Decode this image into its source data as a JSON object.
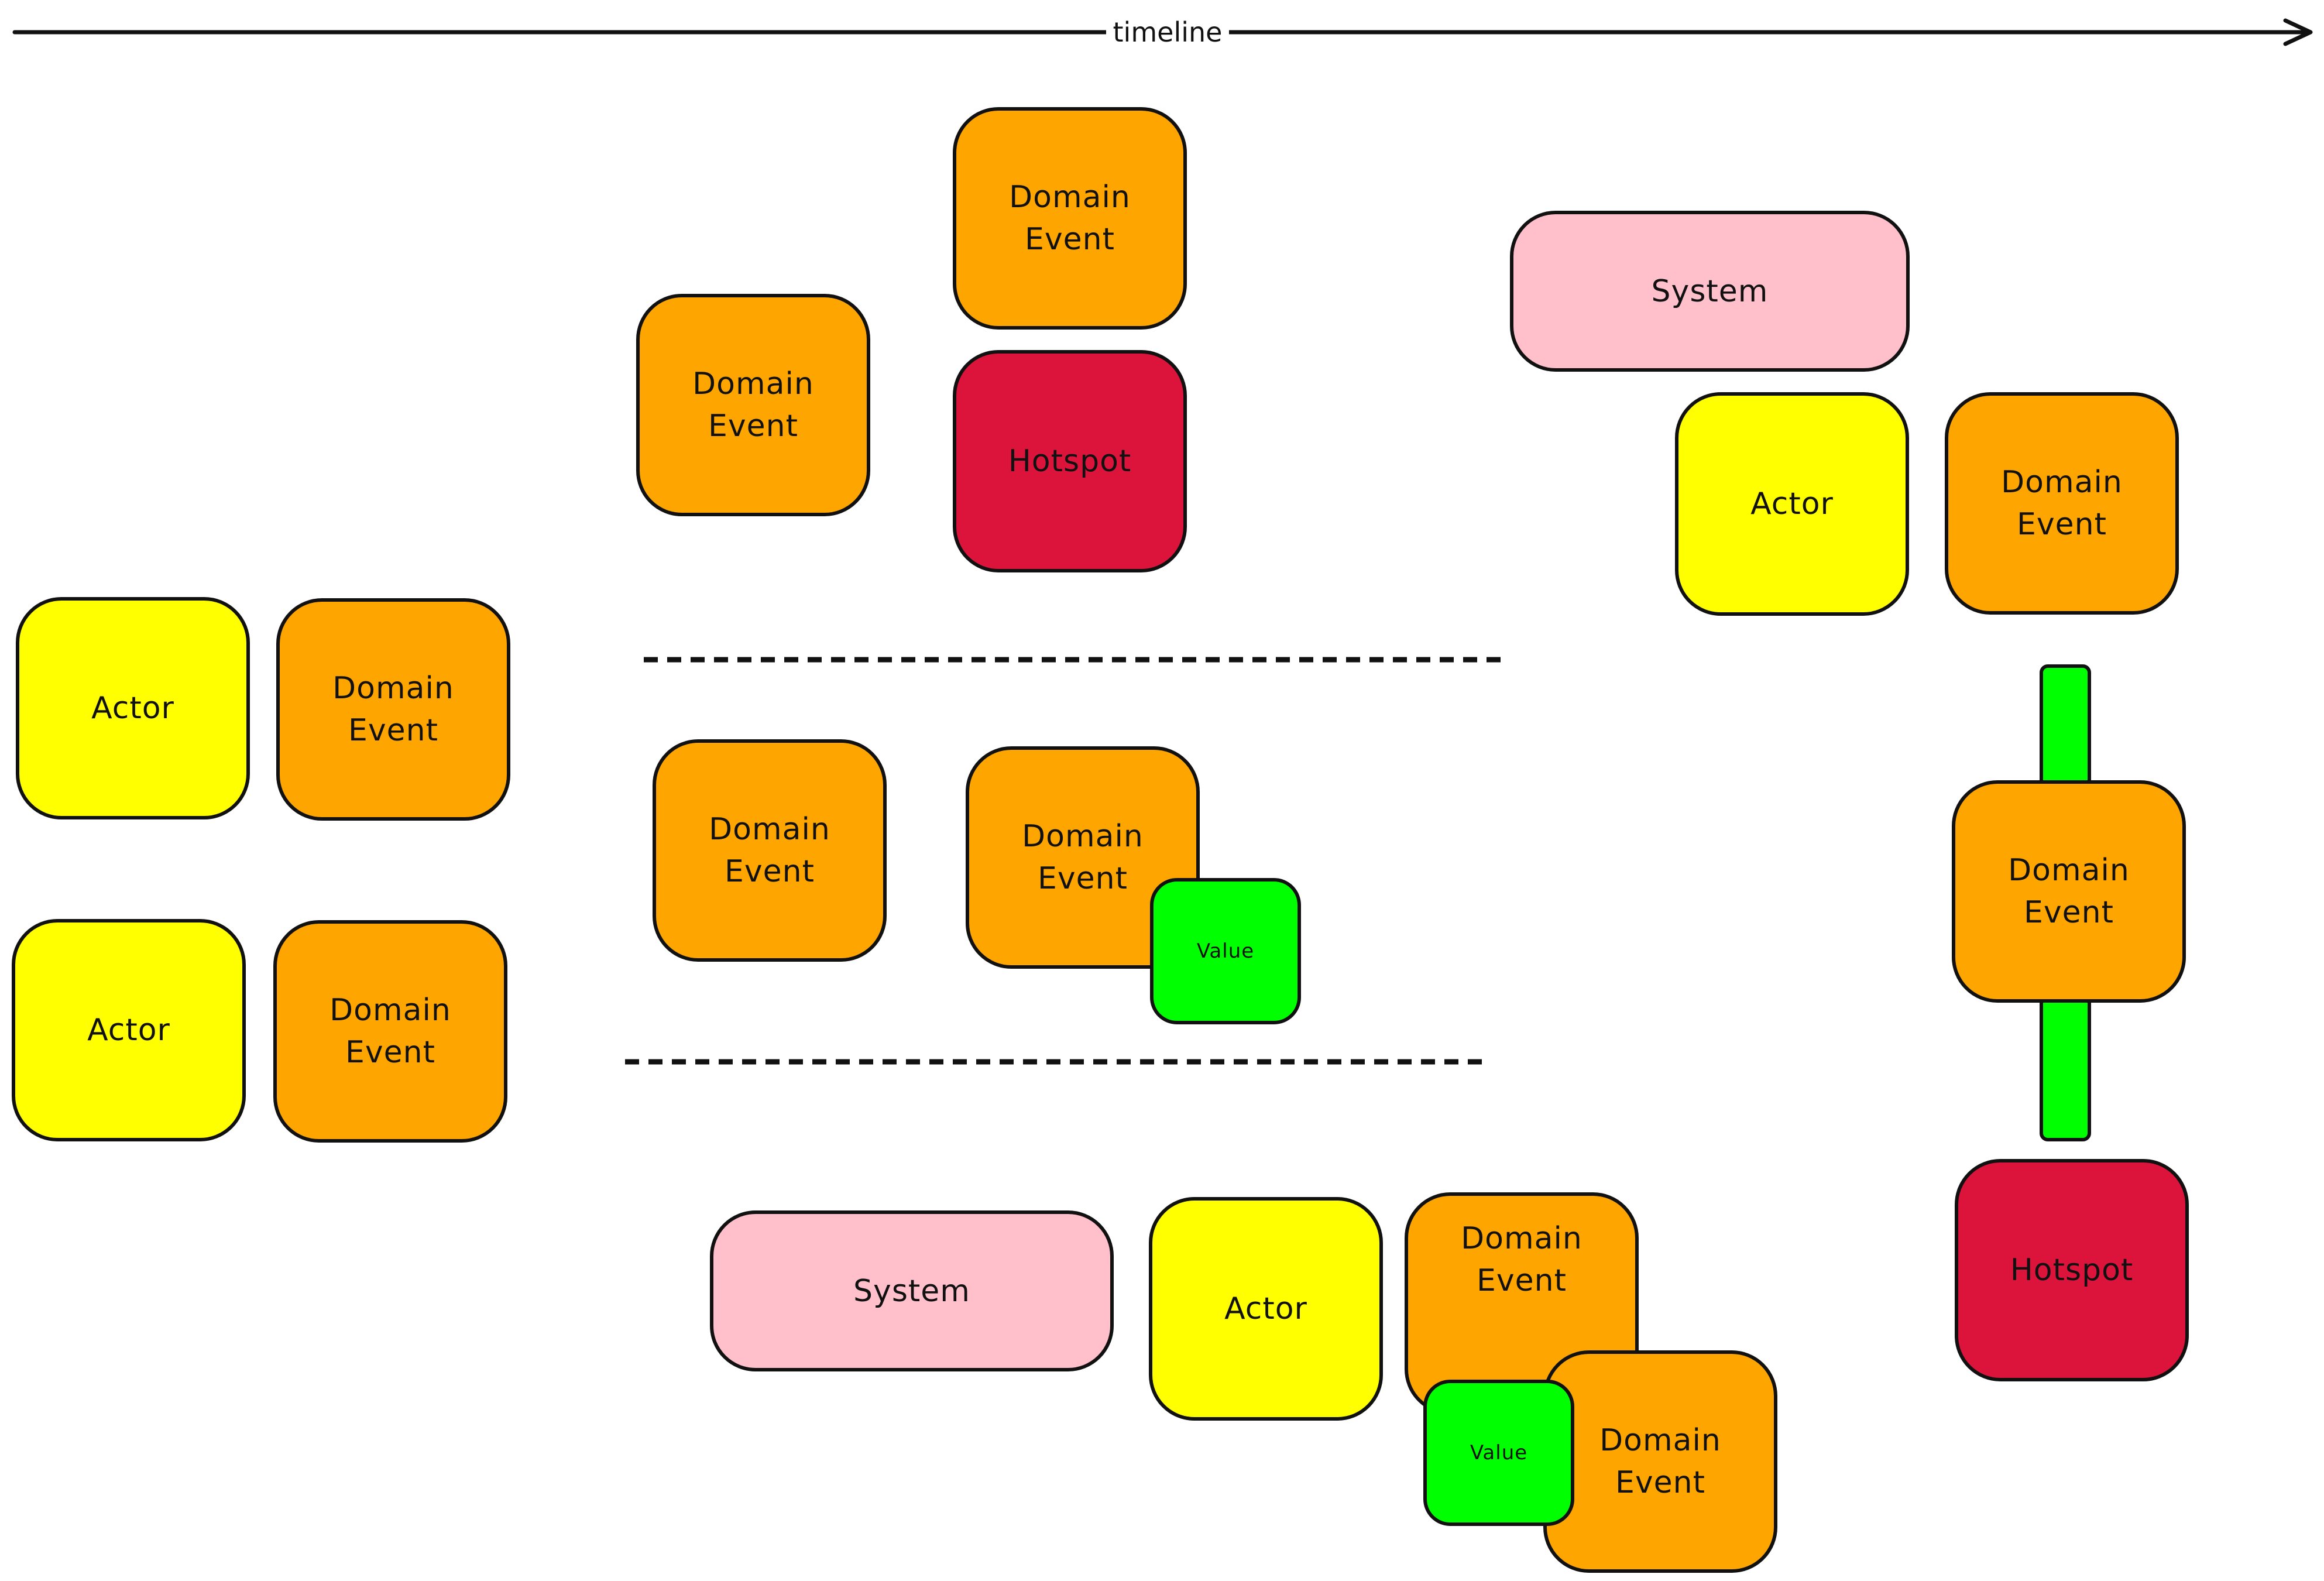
{
  "timeline": {
    "label": "timeline"
  },
  "colors": {
    "domain_event": "#ffa500",
    "actor": "#ffff00",
    "system": "#ffc0cb",
    "hotspot": "#dc143c",
    "value": "#00ff00",
    "stroke": "#111111"
  },
  "notes": {
    "domain_event": "Domain\nEvent",
    "actor": "Actor",
    "system": "System",
    "hotspot": "Hotspot",
    "value": "Value"
  },
  "lanes": {
    "left": {
      "actor_1": "Actor",
      "event_1": "Domain\nEvent",
      "actor_2": "Actor",
      "event_2": "Domain\nEvent"
    },
    "top_center": {
      "event_left": "Domain\nEvent",
      "event_top": "Domain\nEvent",
      "hotspot": "Hotspot"
    },
    "middle": {
      "event_1": "Domain\nEvent",
      "event_2": "Domain\nEvent",
      "value": "Value"
    },
    "bottom": {
      "system": "System",
      "actor": "Actor",
      "event_1": "Domain\nEvent",
      "value": "Value",
      "event_2": "Domain\nEvent"
    },
    "right": {
      "system": "System",
      "actor": "Actor",
      "event_top": "Domain\nEvent",
      "event_mid": "Domain\nEvent",
      "hotspot": "Hotspot"
    }
  }
}
